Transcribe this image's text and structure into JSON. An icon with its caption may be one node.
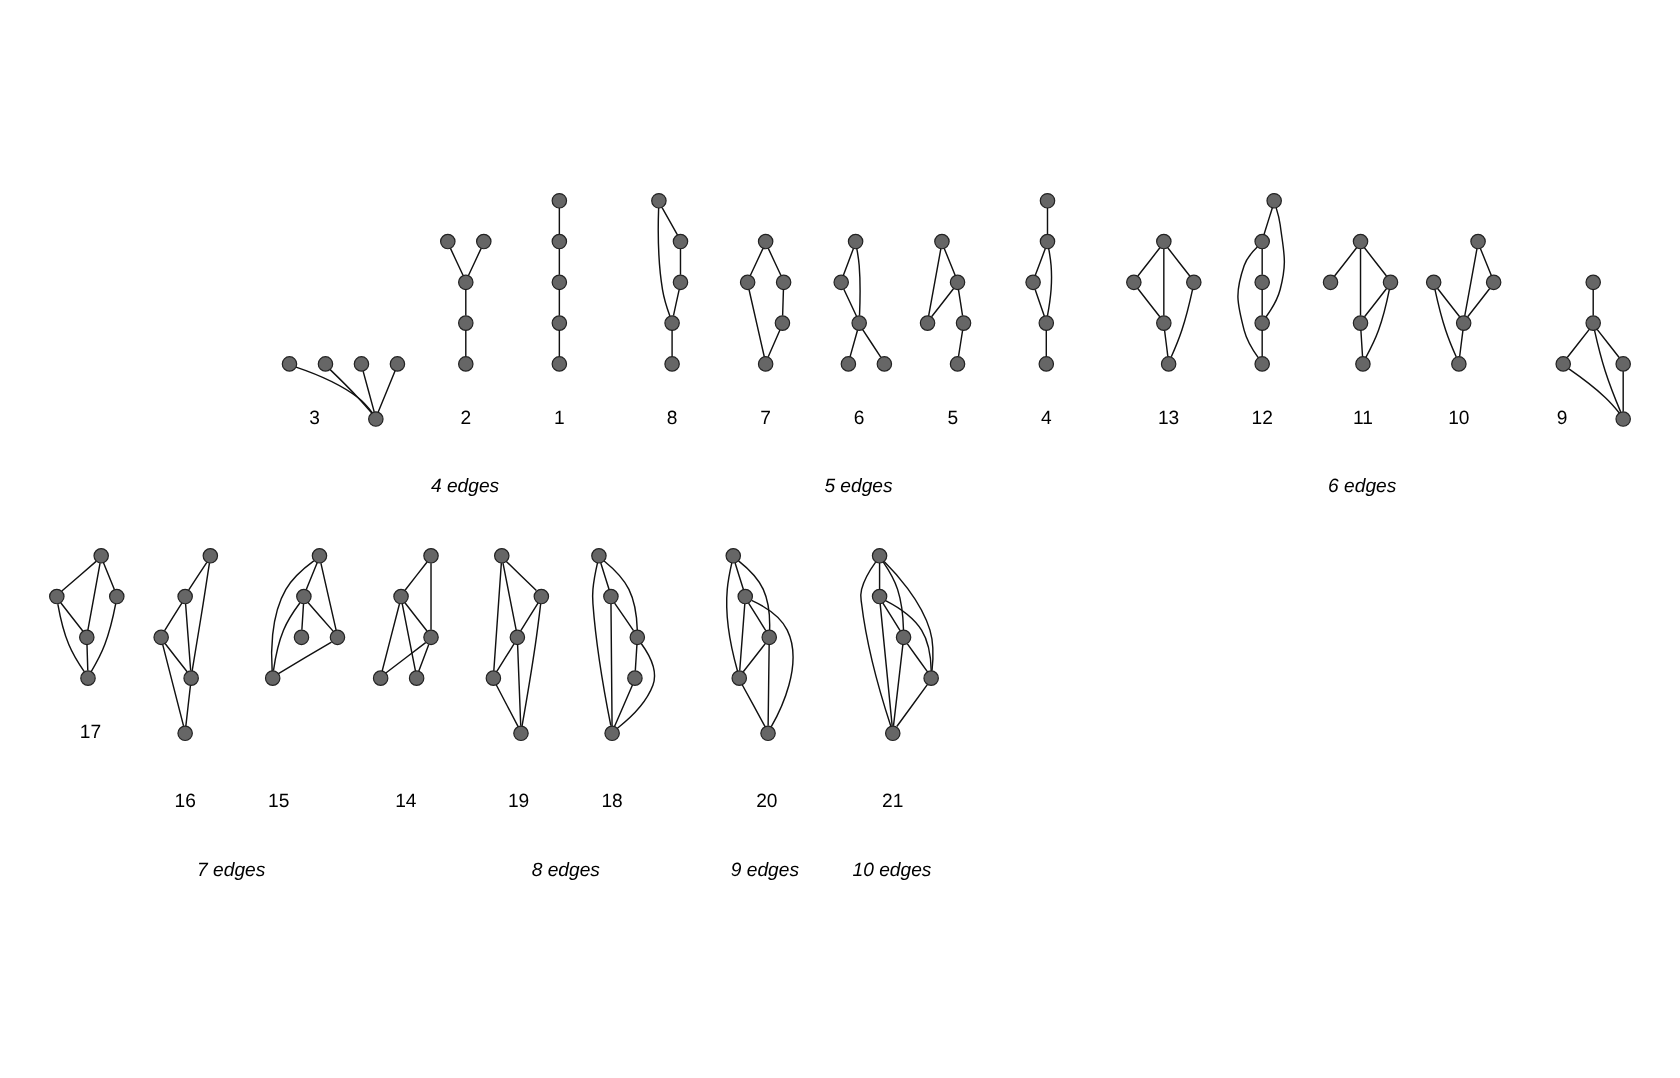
{
  "diagram": {
    "nodes": [
      {
        "text": [],
        "shape": "circle"
      },
      {
        "text": [],
        "shape": "circle"
      },
      {
        "text": [],
        "shape": "circle"
      },
      {
        "text": [],
        "shape": "circle"
      },
      {
        "text": [],
        "shape": "circle"
      },
      {
        "text": [],
        "shape": "circle"
      },
      {
        "text": [],
        "shape": "circle"
      },
      {
        "text": [],
        "shape": "circle"
      },
      {
        "text": [],
        "shape": "circle"
      },
      {
        "text": [],
        "shape": "circle"
      },
      {
        "text": [],
        "shape": "circle"
      },
      {
        "text": [],
        "shape": "circle"
      },
      {
        "text": [],
        "shape": "circle"
      },
      {
        "text": [],
        "shape": "circle"
      },
      {
        "text": [],
        "shape": "circle"
      },
      {
        "text": [],
        "shape": "circle"
      },
      {
        "text": [],
        "shape": "circle"
      },
      {
        "text": [],
        "shape": "circle"
      },
      {
        "text": [],
        "shape": "circle"
      },
      {
        "text": [],
        "shape": "circle"
      },
      {
        "text": [],
        "shape": "circle"
      },
      {
        "text": [],
        "shape": "circle"
      },
      {
        "text": [],
        "shape": "circle"
      },
      {
        "text": [],
        "shape": "circle"
      },
      {
        "text": [],
        "shape": "circle"
      },
      {
        "text": [],
        "shape": "circle"
      },
      {
        "text": [],
        "shape": "circle"
      },
      {
        "text": [],
        "shape": "circle"
      },
      {
        "text": [],
        "shape": "circle"
      },
      {
        "text": [],
        "shape": "circle"
      },
      {
        "text": [],
        "shape": "circle"
      },
      {
        "text": [],
        "shape": "circle"
      },
      {
        "text": [],
        "shape": "circle"
      },
      {
        "text": [],
        "shape": "circle"
      },
      {
        "text": [],
        "shape": "circle"
      },
      {
        "text": [],
        "shape": "circle"
      },
      {
        "text": [],
        "shape": "circle"
      },
      {
        "text": [],
        "shape": "circle"
      },
      {
        "text": [],
        "shape": "circle"
      },
      {
        "text": [],
        "shape": "circle"
      },
      {
        "text": [],
        "shape": "circle"
      },
      {
        "text": [],
        "shape": "circle"
      },
      {
        "text": [],
        "shape": "circle"
      },
      {
        "text": [],
        "shape": "circle"
      },
      {
        "text": [],
        "shape": "circle"
      },
      {
        "text": [],
        "shape": "circle"
      },
      {
        "text": [],
        "shape": "circle"
      },
      {
        "text": [],
        "shape": "circle"
      },
      {
        "text": [],
        "shape": "circle"
      },
      {
        "text": [],
        "shape": "circle"
      },
      {
        "text": [],
        "shape": "circle"
      },
      {
        "text": [],
        "shape": "circle"
      },
      {
        "text": [],
        "shape": "circle"
      },
      {
        "text": [],
        "shape": "circle"
      },
      {
        "text": [],
        "shape": "circle"
      },
      {
        "text": [],
        "shape": "circle"
      },
      {
        "text": [],
        "shape": "circle"
      },
      {
        "text": [],
        "shape": "circle"
      },
      {
        "text": [],
        "shape": "circle"
      },
      {
        "text": [],
        "shape": "circle"
      },
      {
        "text": [],
        "shape": "circle"
      },
      {
        "text": [],
        "shape": "circle"
      },
      {
        "text": [],
        "shape": "circle"
      },
      {
        "text": [],
        "shape": "circle"
      },
      {
        "text": [],
        "shape": "circle"
      },
      {
        "text": [],
        "shape": "circle"
      },
      {
        "text": [],
        "shape": "circle"
      },
      {
        "text": [],
        "shape": "circle"
      },
      {
        "text": [],
        "shape": "circle"
      },
      {
        "text": [],
        "shape": "circle"
      },
      {
        "text": [],
        "shape": "circle"
      },
      {
        "text": [],
        "shape": "circle"
      },
      {
        "text": [],
        "shape": "circle"
      },
      {
        "text": [],
        "shape": "circle"
      },
      {
        "text": [],
        "shape": "circle"
      },
      {
        "text": [],
        "shape": "circle"
      },
      {
        "text": [],
        "shape": "circle"
      },
      {
        "text": [],
        "shape": "circle"
      },
      {
        "text": [],
        "shape": "circle"
      },
      {
        "text": [],
        "shape": "circle"
      },
      {
        "text": [],
        "shape": "circle"
      },
      {
        "text": [],
        "shape": "circle"
      },
      {
        "text": [],
        "shape": "circle"
      },
      {
        "text": [],
        "shape": "circle"
      },
      {
        "text": [],
        "shape": "circle"
      },
      {
        "text": [],
        "shape": "circle"
      },
      {
        "text": [],
        "shape": "circle"
      },
      {
        "text": [],
        "shape": "circle"
      },
      {
        "text": [],
        "shape": "circle"
      },
      {
        "text": [],
        "shape": "circle"
      },
      {
        "text": [],
        "shape": "circle"
      },
      {
        "text": [],
        "shape": "circle"
      },
      {
        "text": [],
        "shape": "circle"
      },
      {
        "text": [],
        "shape": "circle"
      },
      {
        "text": [],
        "shape": "circle"
      },
      {
        "text": [],
        "shape": "circle"
      },
      {
        "text": [],
        "shape": "circle"
      },
      {
        "text": [],
        "shape": "circle"
      },
      {
        "text": [],
        "shape": "circle"
      },
      {
        "text": [],
        "shape": "circle"
      },
      {
        "text": [],
        "shape": "circle"
      },
      {
        "text": [],
        "shape": "circle"
      },
      {
        "text": [],
        "shape": "circle"
      },
      {
        "text": [],
        "shape": "circle"
      },
      {
        "text": [],
        "shape": "circle"
      }
    ],
    "edges": [
      {
        "from": 0,
        "to": 1,
        "arrow": "none"
      },
      {
        "from": 1,
        "to": 2,
        "arrow": "none"
      },
      {
        "from": 2,
        "to": 3,
        "arrow": "none"
      },
      {
        "from": 3,
        "to": 4,
        "arrow": "none"
      },
      {
        "from": 5,
        "to": 7,
        "arrow": "none"
      },
      {
        "from": 6,
        "to": 7,
        "arrow": "none"
      },
      {
        "from": 7,
        "to": 8,
        "arrow": "none"
      },
      {
        "from": 8,
        "to": 9,
        "arrow": "none"
      },
      {
        "from": 10,
        "to": 12,
        "arrow": "none"
      },
      {
        "from": 11,
        "to": 12,
        "arrow": "none"
      },
      {
        "from": 13,
        "to": 12,
        "arrow": "none"
      },
      {
        "from": 14,
        "to": 12,
        "arrow": "none"
      },
      {
        "from": 15,
        "to": 16,
        "arrow": "none"
      },
      {
        "from": 16,
        "to": 17,
        "arrow": "none"
      },
      {
        "from": 16,
        "to": 18,
        "arrow": "none"
      },
      {
        "from": 17,
        "to": 18,
        "arrow": "none"
      },
      {
        "from": 18,
        "to": 19,
        "arrow": "none"
      },
      {
        "from": 20,
        "to": 21,
        "arrow": "none"
      },
      {
        "from": 20,
        "to": 23,
        "arrow": "none"
      },
      {
        "from": 21,
        "to": 23,
        "arrow": "none"
      },
      {
        "from": 21,
        "to": 22,
        "arrow": "none"
      },
      {
        "from": 22,
        "to": 24,
        "arrow": "none"
      },
      {
        "from": 25,
        "to": 26,
        "arrow": "none"
      },
      {
        "from": 25,
        "to": 27,
        "arrow": "none"
      },
      {
        "from": 26,
        "to": 27,
        "arrow": "none"
      },
      {
        "from": 27,
        "to": 28,
        "arrow": "none"
      },
      {
        "from": 27,
        "to": 29,
        "arrow": "none"
      },
      {
        "from": 30,
        "to": 31,
        "arrow": "none"
      },
      {
        "from": 30,
        "to": 32,
        "arrow": "none"
      },
      {
        "from": 31,
        "to": 33,
        "arrow": "none"
      },
      {
        "from": 32,
        "to": 34,
        "arrow": "none"
      },
      {
        "from": 33,
        "to": 34,
        "arrow": "none"
      },
      {
        "from": 35,
        "to": 36,
        "arrow": "none"
      },
      {
        "from": 36,
        "to": 37,
        "arrow": "none"
      },
      {
        "from": 37,
        "to": 38,
        "arrow": "none"
      },
      {
        "from": 38,
        "to": 35,
        "arrow": "none"
      },
      {
        "from": 38,
        "to": 39,
        "arrow": "none"
      },
      {
        "from": 40,
        "to": 42,
        "arrow": "none"
      },
      {
        "from": 42,
        "to": 41,
        "arrow": "none"
      },
      {
        "from": 41,
        "to": 43,
        "arrow": "none"
      },
      {
        "from": 42,
        "to": 43,
        "arrow": "none"
      },
      {
        "from": 42,
        "to": 44,
        "arrow": "none"
      },
      {
        "from": 44,
        "to": 43,
        "arrow": "none"
      },
      {
        "from": 45,
        "to": 48,
        "arrow": "none"
      },
      {
        "from": 45,
        "to": 46,
        "arrow": "none"
      },
      {
        "from": 46,
        "to": 48,
        "arrow": "none"
      },
      {
        "from": 47,
        "to": 48,
        "arrow": "none"
      },
      {
        "from": 47,
        "to": 49,
        "arrow": "none"
      },
      {
        "from": 48,
        "to": 49,
        "arrow": "none"
      },
      {
        "from": 50,
        "to": 51,
        "arrow": "none"
      },
      {
        "from": 50,
        "to": 52,
        "arrow": "none"
      },
      {
        "from": 50,
        "to": 53,
        "arrow": "none"
      },
      {
        "from": 51,
        "to": 53,
        "arrow": "none"
      },
      {
        "from": 51,
        "to": 54,
        "arrow": "none"
      },
      {
        "from": 53,
        "to": 54,
        "arrow": "none"
      },
      {
        "from": 55,
        "to": 56,
        "arrow": "none"
      },
      {
        "from": 55,
        "to": 58,
        "arrow": "none"
      },
      {
        "from": 56,
        "to": 57,
        "arrow": "none"
      },
      {
        "from": 56,
        "to": 59,
        "arrow": "none"
      },
      {
        "from": 57,
        "to": 58,
        "arrow": "none"
      },
      {
        "from": 58,
        "to": 59,
        "arrow": "none"
      },
      {
        "from": 60,
        "to": 61,
        "arrow": "none"
      },
      {
        "from": 61,
        "to": 62,
        "arrow": "none"
      },
      {
        "from": 60,
        "to": 62,
        "arrow": "none"
      },
      {
        "from": 60,
        "to": 63,
        "arrow": "none"
      },
      {
        "from": 62,
        "to": 64,
        "arrow": "none"
      },
      {
        "from": 63,
        "to": 64,
        "arrow": "none"
      },
      {
        "from": 65,
        "to": 66,
        "arrow": "none"
      },
      {
        "from": 65,
        "to": 67,
        "arrow": "none"
      },
      {
        "from": 66,
        "to": 67,
        "arrow": "none"
      },
      {
        "from": 66,
        "to": 68,
        "arrow": "none"
      },
      {
        "from": 66,
        "to": 69,
        "arrow": "none"
      },
      {
        "from": 67,
        "to": 68,
        "arrow": "none"
      },
      {
        "from": 67,
        "to": 69,
        "arrow": "none"
      },
      {
        "from": 70,
        "to": 71,
        "arrow": "none"
      },
      {
        "from": 70,
        "to": 74,
        "arrow": "none"
      },
      {
        "from": 70,
        "to": 72,
        "arrow": "none"
      },
      {
        "from": 71,
        "to": 72,
        "arrow": "none"
      },
      {
        "from": 71,
        "to": 73,
        "arrow": "none"
      },
      {
        "from": 71,
        "to": 74,
        "arrow": "none"
      },
      {
        "from": 72,
        "to": 74,
        "arrow": "none"
      },
      {
        "from": 75,
        "to": 76,
        "arrow": "none"
      },
      {
        "from": 75,
        "to": 78,
        "arrow": "none"
      },
      {
        "from": 76,
        "to": 78,
        "arrow": "none"
      },
      {
        "from": 76,
        "to": 77,
        "arrow": "none"
      },
      {
        "from": 77,
        "to": 78,
        "arrow": "none"
      },
      {
        "from": 77,
        "to": 79,
        "arrow": "none"
      },
      {
        "from": 78,
        "to": 79,
        "arrow": "none"
      },
      {
        "from": 80,
        "to": 81,
        "arrow": "none"
      },
      {
        "from": 80,
        "to": 82,
        "arrow": "none"
      },
      {
        "from": 80,
        "to": 83,
        "arrow": "none"
      },
      {
        "from": 81,
        "to": 82,
        "arrow": "none"
      },
      {
        "from": 81,
        "to": 84,
        "arrow": "none"
      },
      {
        "from": 82,
        "to": 84,
        "arrow": "none"
      },
      {
        "from": 83,
        "to": 84,
        "arrow": "none"
      },
      {
        "from": 85,
        "to": 87,
        "arrow": "none"
      },
      {
        "from": 85,
        "to": 86,
        "arrow": "none"
      },
      {
        "from": 85,
        "to": 89,
        "arrow": "none"
      },
      {
        "from": 86,
        "to": 87,
        "arrow": "none"
      },
      {
        "from": 86,
        "to": 89,
        "arrow": "none"
      },
      {
        "from": 87,
        "to": 89,
        "arrow": "none"
      },
      {
        "from": 87,
        "to": 88,
        "arrow": "none"
      },
      {
        "from": 88,
        "to": 89,
        "arrow": "none"
      },
      {
        "from": 90,
        "to": 91,
        "arrow": "none"
      },
      {
        "from": 90,
        "to": 93,
        "arrow": "none"
      },
      {
        "from": 91,
        "to": 94,
        "arrow": "none"
      },
      {
        "from": 93,
        "to": 94,
        "arrow": "none"
      },
      {
        "from": 90,
        "to": 92,
        "arrow": "none"
      },
      {
        "from": 91,
        "to": 92,
        "arrow": "none"
      },
      {
        "from": 92,
        "to": 93,
        "arrow": "none"
      },
      {
        "from": 92,
        "to": 94,
        "arrow": "none"
      },
      {
        "from": 95,
        "to": 97,
        "arrow": "none"
      },
      {
        "from": 95,
        "to": 96,
        "arrow": "none"
      },
      {
        "from": 95,
        "to": 98,
        "arrow": "none"
      },
      {
        "from": 96,
        "to": 97,
        "arrow": "none"
      },
      {
        "from": 96,
        "to": 98,
        "arrow": "none"
      },
      {
        "from": 96,
        "to": 99,
        "arrow": "none"
      },
      {
        "from": 97,
        "to": 98,
        "arrow": "none"
      },
      {
        "from": 97,
        "to": 99,
        "arrow": "none"
      },
      {
        "from": 98,
        "to": 99,
        "arrow": "none"
      },
      {
        "from": 100,
        "to": 101,
        "arrow": "none"
      },
      {
        "from": 100,
        "to": 102,
        "arrow": "none"
      },
      {
        "from": 100,
        "to": 103,
        "arrow": "none"
      },
      {
        "from": 100,
        "to": 104,
        "arrow": "none"
      },
      {
        "from": 101,
        "to": 102,
        "arrow": "none"
      },
      {
        "from": 101,
        "to": 103,
        "arrow": "none"
      },
      {
        "from": 101,
        "to": 104,
        "arrow": "none"
      },
      {
        "from": 102,
        "to": 103,
        "arrow": "none"
      },
      {
        "from": 102,
        "to": 104,
        "arrow": "none"
      },
      {
        "from": 103,
        "to": 104,
        "arrow": "none"
      }
    ],
    "labels": [
      "1",
      "2",
      "3",
      "4 edges",
      "4",
      "5",
      "6",
      "7",
      "8",
      "5 edges",
      "9",
      "10",
      "11",
      "12",
      "13",
      "6 edges",
      "14",
      "15",
      "16",
      "17",
      "7 edges",
      "18",
      "19",
      "8 edges",
      "20",
      "9 edges",
      "21",
      "10 edges"
    ]
  }
}
